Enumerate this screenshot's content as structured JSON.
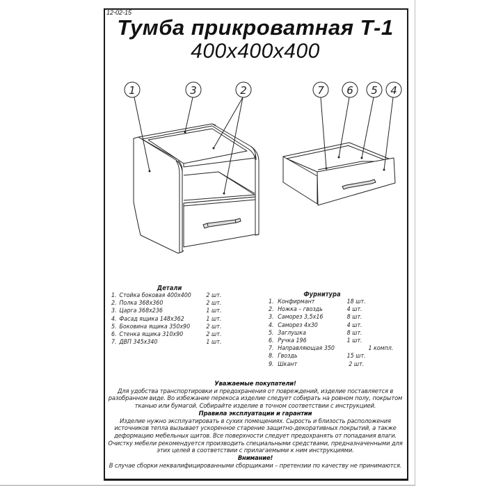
{
  "document": {
    "date": "12-02-15",
    "title": "Тумба прикроватная Т-1",
    "dimensions": "400x400x400"
  },
  "drawing": {
    "nightstand_callouts": [
      "1",
      "3",
      "2"
    ],
    "drawer_callouts": [
      "7",
      "6",
      "5",
      "4"
    ]
  },
  "parts": {
    "header": "Детали",
    "items": [
      {
        "num": "1.",
        "name": "Стойка боковая 400x400",
        "qty": "2 шт."
      },
      {
        "num": "2.",
        "name": "Полка 368x360",
        "qty": "2 шт."
      },
      {
        "num": "3.",
        "name": "Царга 368x236",
        "qty": "1 шт."
      },
      {
        "num": "4.",
        "name": "Фасад ящика 148x362",
        "qty": "1 шт."
      },
      {
        "num": "5.",
        "name": "Боковина ящика 350x90",
        "qty": "2 шт."
      },
      {
        "num": "6.",
        "name": "Стенка ящика 310x90",
        "qty": "2 шт."
      },
      {
        "num": "7.",
        "name": "ДВП 345x340",
        "qty": "1 шт."
      }
    ]
  },
  "hardware": {
    "header": "Фурнитура",
    "items": [
      {
        "num": "1.",
        "name": "Конфирмант",
        "qty": "18 шт."
      },
      {
        "num": "2.",
        "name": "Ножка – гвоздь",
        "qty": "4 шт."
      },
      {
        "num": "3.",
        "name": "Саморез 3,5x16",
        "qty": "8 шт."
      },
      {
        "num": "4.",
        "name": "Саморез 4x30",
        "qty": "4 шт."
      },
      {
        "num": "5.",
        "name": "Заглушка",
        "qty": "8 шт."
      },
      {
        "num": "6.",
        "name": "Ручка 196",
        "qty": "1 шт."
      },
      {
        "num": "7.",
        "name": "Направляющая 350",
        "qty": "1 компл."
      },
      {
        "num": "8.",
        "name": "Гвоздь",
        "qty": "15 шт."
      },
      {
        "num": "9.",
        "name": "Шкант",
        "qty": "2 шт."
      }
    ]
  },
  "notes": {
    "buyers_header": "Уважаемые покупатели!",
    "buyers_lines": [
      "Для удобства транспортировки  и предохранения от повреждений, изделие поставляется в",
      "разобранном виде. Во избежание перекоса изделие следует собирать на ровном полу, покрытом",
      "тканью или бумагой. Собирайте изделие в точном соответствии с инструкцией."
    ],
    "rules_header": "Правила эксплуатации и гарантии",
    "rules_lines": [
      "Изделие нужно эксплуатировать в сухих помещениях. Сырость и близость расположения",
      "источников тепла вызывает ускоренное старение защитно-декоративных покрытий, а также",
      "деформацию мебельных щитов. Все поверхности следует предохранять от попадания влаги.",
      "Очистку мебели рекомендуется производить специальными средствами, предназначенными для",
      "этих целей в соответствии с прилагаемыми к ним инструкциями."
    ],
    "warning_header": "Внимание!",
    "warning_line": "В случае сборки неквалифицированными сборщиками – претензии по качеству не принимаются."
  }
}
